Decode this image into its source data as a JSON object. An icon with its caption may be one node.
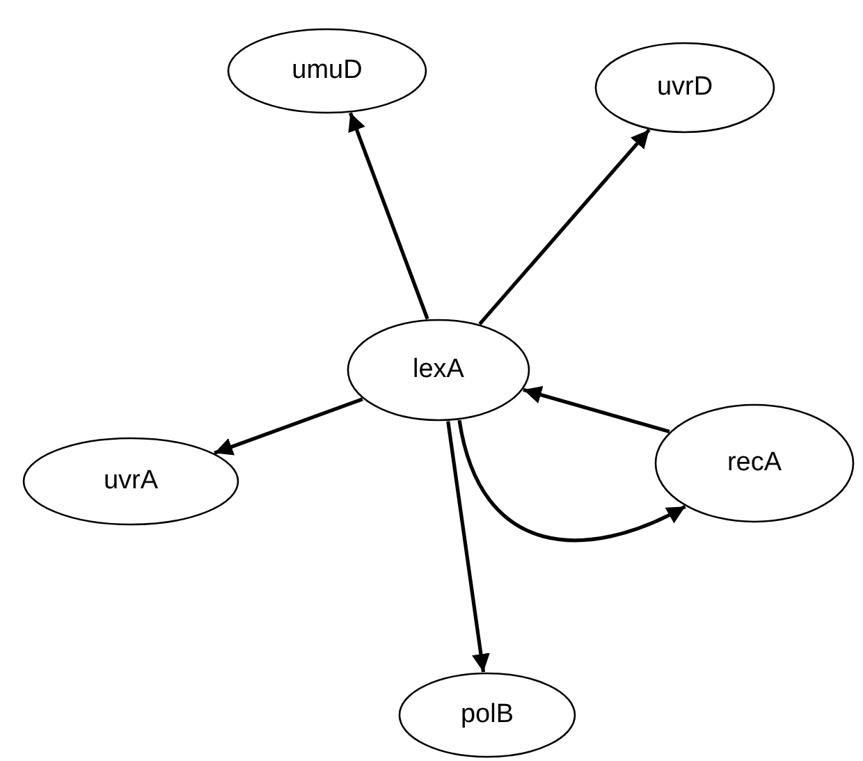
{
  "diagram": {
    "nodes": [
      {
        "text": [
          "umuD"
        ]
      },
      {
        "text": [
          "uvrD"
        ]
      },
      {
        "text": [
          "lexA"
        ]
      },
      {
        "text": [
          "uvrA"
        ]
      },
      {
        "text": [
          "recA"
        ]
      },
      {
        "text": [
          "polB"
        ]
      }
    ],
    "edges": [
      {
        "from": 2,
        "to": 0,
        "arrow": "to"
      },
      {
        "from": 2,
        "to": 1,
        "arrow": "to"
      },
      {
        "from": 2,
        "to": 3,
        "arrow": "to"
      },
      {
        "from": 4,
        "to": 2,
        "arrow": "to"
      },
      {
        "from": 2,
        "to": 4,
        "arrow": "to"
      },
      {
        "from": 2,
        "to": 5,
        "arrow": "to"
      }
    ]
  }
}
